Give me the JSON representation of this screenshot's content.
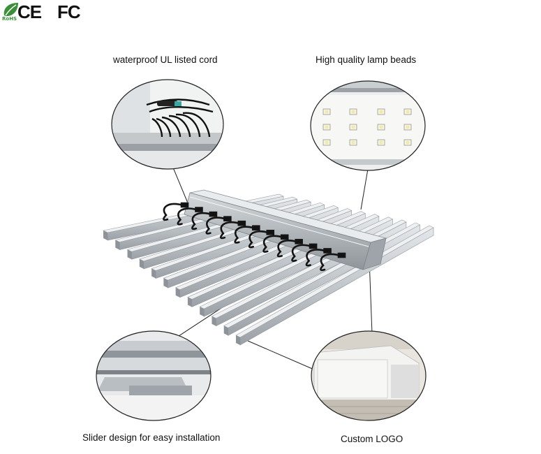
{
  "certifications": {
    "ce": "CE",
    "fc": "FC",
    "rohs": "RoHS"
  },
  "callouts": {
    "cord": "waterproof UL listed cord",
    "beads": "High quality lamp beads",
    "slider": "Slider design for easy installation",
    "logo": "Custom LOGO"
  },
  "colors": {
    "bar": "#c9cdd1",
    "bar_dark": "#8d9398",
    "driver": "#b8bcc0",
    "led": "#f2f2e8",
    "cable": "#1a1a1a",
    "rohs_green": "#3b8f3a"
  }
}
